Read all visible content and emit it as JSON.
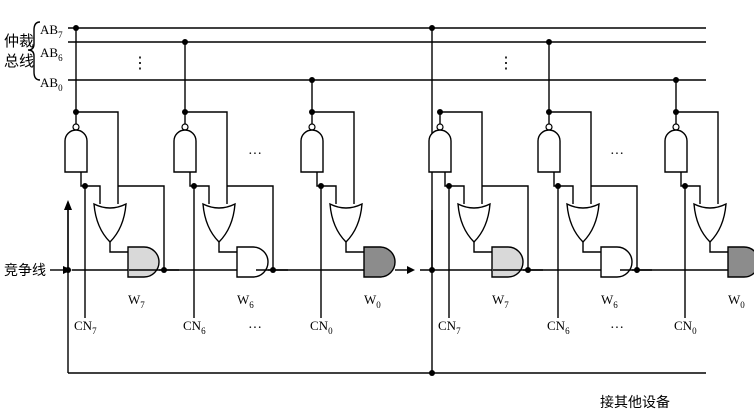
{
  "bus": {
    "label_line1": "仲裁",
    "label_line2": "总线",
    "lines": [
      {
        "main": "AB",
        "sub": "7"
      },
      {
        "main": "AB",
        "sub": "6"
      },
      {
        "main": "AB",
        "sub": "0"
      }
    ],
    "ellipsis_v": "⋮"
  },
  "compete_line": "竞争线",
  "to_other": "接其他设备",
  "ellipsis_h": "···",
  "colors": {
    "and_fill_light": "#d9d9d9",
    "and_fill_white": "#ffffff",
    "and_fill_dark": "#8c8c8c"
  },
  "groups": [
    {
      "cells": [
        {
          "w_main": "W",
          "w_sub": "7",
          "cn_main": "CN",
          "cn_sub": "7"
        },
        {
          "w_main": "W",
          "w_sub": "6",
          "cn_main": "CN",
          "cn_sub": "6"
        },
        {
          "w_main": "W",
          "w_sub": "0",
          "cn_main": "CN",
          "cn_sub": "0"
        }
      ]
    },
    {
      "cells": [
        {
          "w_main": "W",
          "w_sub": "7",
          "cn_main": "CN",
          "cn_sub": "7"
        },
        {
          "w_main": "W",
          "w_sub": "6",
          "cn_main": "CN",
          "cn_sub": "6"
        },
        {
          "w_main": "W",
          "w_sub": "0",
          "cn_main": "CN",
          "cn_sub": "0"
        }
      ]
    }
  ]
}
